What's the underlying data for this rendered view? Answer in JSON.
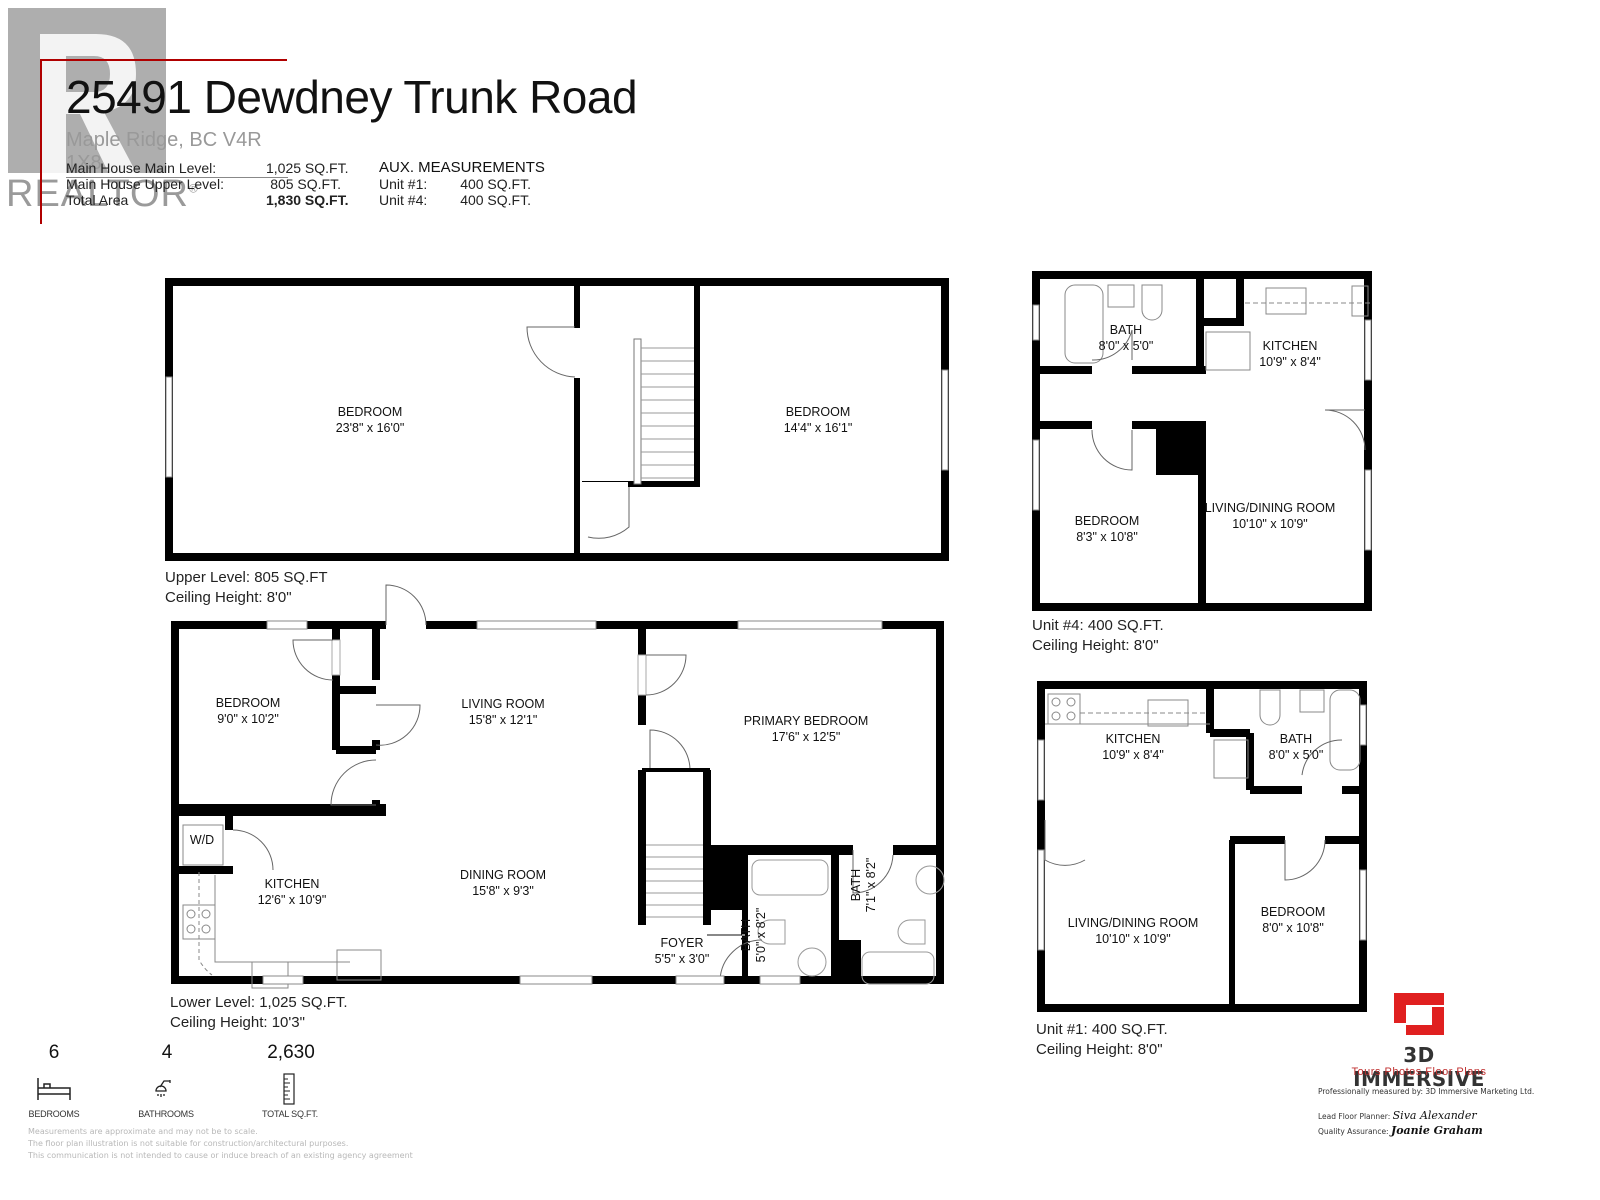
{
  "watermark": {
    "letter": "R",
    "text": "REALTOR",
    "registered": "®"
  },
  "header": {
    "title": "25491 Dewdney Trunk Road",
    "subtitle": "Maple Ridge, BC V4R 1X8",
    "stats": [
      {
        "label": "Main House Main Level:",
        "value": "1,025 SQ.FT."
      },
      {
        "label": "Main House Upper Level:",
        "value": "805 SQ.FT."
      },
      {
        "label": "Total Area",
        "value": "1,830 SQ.FT."
      }
    ],
    "aux": {
      "title": "AUX. MEASUREMENTS",
      "rows": [
        {
          "label": "Unit #1:",
          "value": "400  SQ.FT."
        },
        {
          "label": "Unit #4:",
          "value": "400  SQ.FT."
        }
      ]
    }
  },
  "upper_level": {
    "caption_area": "Upper Level: 805 SQ.FT",
    "caption_ceiling": "Ceiling Height: 8'0\"",
    "rooms": [
      {
        "name": "BEDROOM",
        "dims": "23'8\" x 16'0\""
      },
      {
        "name": "BEDROOM",
        "dims": "14'4\" x 16'1\""
      }
    ]
  },
  "lower_level": {
    "caption_area": "Lower Level: 1,025 SQ.FT.",
    "caption_ceiling": "Ceiling Height: 10'3\"",
    "rooms": [
      {
        "name": "BEDROOM",
        "dims": "9'0\" x 10'2\""
      },
      {
        "name": "LIVING ROOM",
        "dims": "15'8\" x 12'1\""
      },
      {
        "name": "PRIMARY BEDROOM",
        "dims": "17'6\" x 12'5\""
      },
      {
        "name": "W/D",
        "dims": ""
      },
      {
        "name": "KITCHEN",
        "dims": "12'6\" x 10'9\""
      },
      {
        "name": "DINING ROOM",
        "dims": "15'8\" x 9'3\""
      },
      {
        "name": "FOYER",
        "dims": "5'5\" x 3'0\""
      },
      {
        "name": "BATH",
        "dims": "5'0\" x 8'2\""
      },
      {
        "name": "BATH",
        "dims": "7'1\" x 8'2\""
      }
    ]
  },
  "unit4": {
    "caption_area": "Unit #4: 400 SQ.FT.",
    "caption_ceiling": "Ceiling Height: 8'0\"",
    "rooms": [
      {
        "name": "BATH",
        "dims": "8'0\" x 5'0\""
      },
      {
        "name": "KITCHEN",
        "dims": "10'9\" x 8'4\""
      },
      {
        "name": "BEDROOM",
        "dims": "8'3\" x 10'8\""
      },
      {
        "name": "LIVING/DINING ROOM",
        "dims": "10'10\" x 10'9\""
      }
    ]
  },
  "unit1": {
    "caption_area": "Unit #1: 400 SQ.FT.",
    "caption_ceiling": "Ceiling Height: 8'0\"",
    "rooms": [
      {
        "name": "KITCHEN",
        "dims": "10'9\" x 8'4\""
      },
      {
        "name": "BATH",
        "dims": "8'0\" x 5'0\""
      },
      {
        "name": "LIVING/DINING ROOM",
        "dims": "10'10\" x 10'9\""
      },
      {
        "name": "BEDROOM",
        "dims": "8'0\" x 10'8\""
      }
    ]
  },
  "summary": [
    {
      "value": "6",
      "label": "BEDROOMS",
      "icon": "bed-icon"
    },
    {
      "value": "4",
      "label": "BATHROOMS",
      "icon": "shower-icon"
    },
    {
      "value": "2,630",
      "label": "TOTAL SQ.FT.",
      "icon": "ruler-icon"
    }
  ],
  "disclaimer": [
    "Measurements are approximate and may not be to scale.",
    "The floor plan illustration is not suitable for construction/architectural purposes.",
    "This communication is not intended to cause or induce breach of an existing agency agreement"
  ],
  "brand": {
    "name": "3D IMMERSIVE",
    "tagline": "Tours  Photos  Floor Plans",
    "measured_by": "Professionally measured by: 3D Immersive Marketing Ltd.",
    "lead_label": "Lead Floor Planner:",
    "lead_sig": "Siva Alexander",
    "qa_label": "Quality Assurance:",
    "qa_sig": "Joanie Graham",
    "accent": "#e02020"
  },
  "colors": {
    "wall": "#000000",
    "watermark": "#a0a0a0",
    "accent_line": "#b00000"
  }
}
